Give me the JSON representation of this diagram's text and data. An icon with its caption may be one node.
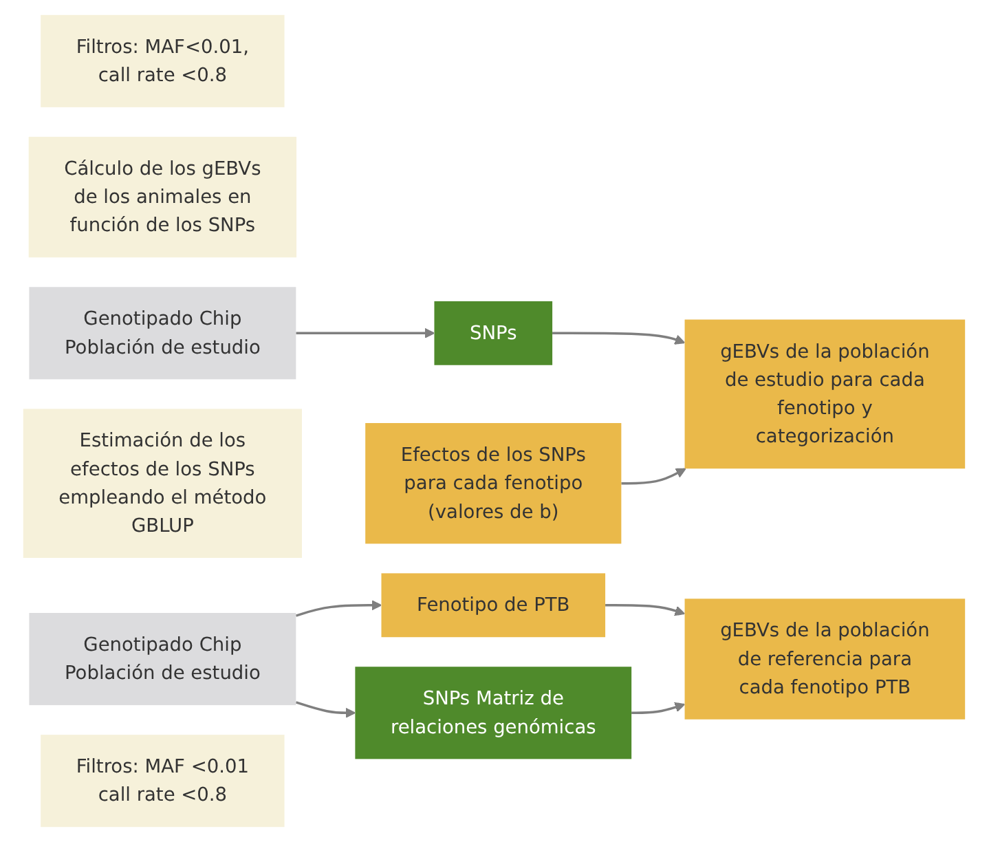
{
  "diagram": {
    "nodes": [
      {
        "text": [
          "Filtros: MAF<0.01, call rate <0.8"
        ]
      },
      {
        "text": [
          "Cálculo de los gEBVs de los animales en función de los SNPs"
        ]
      },
      {
        "text": [
          "Genotipado Chip Población de estudio"
        ]
      },
      {
        "text": [
          "SNPs"
        ]
      },
      {
        "text": [
          "gEBVs de la población de estudio para cada fenotipo y categorización"
        ]
      },
      {
        "text": [
          "Estimación de los efectos de los SNPs empleando el método GBLUP"
        ]
      },
      {
        "text": [
          "Efectos de los SNPs para cada fenotipo (valores de b)"
        ]
      },
      {
        "text": [
          "Genotipado Chip Población de estudio"
        ]
      },
      {
        "text": [
          "Fenotipo de PTB"
        ]
      },
      {
        "text": [
          "gEBVs de la población de referencia para cada fenotipo PTB"
        ]
      },
      {
        "text": [
          "Filtros: MAF <0.01 call rate <0.8"
        ]
      },
      {
        "text": [
          "SNPs Matriz de relaciones genómicas"
        ]
      }
    ],
    "edges": [
      {
        "from": 2,
        "to": 3,
        "arrow": "to"
      },
      {
        "from": 3,
        "to": 4,
        "arrow": "to"
      },
      {
        "from": 6,
        "to": 4,
        "arrow": "to"
      },
      {
        "from": 7,
        "to": 8,
        "arrow": "to"
      },
      {
        "from": 7,
        "to": 11,
        "arrow": "to"
      },
      {
        "from": 8,
        "to": 9,
        "arrow": "to"
      },
      {
        "from": 11,
        "to": 9,
        "arrow": "to"
      }
    ]
  }
}
